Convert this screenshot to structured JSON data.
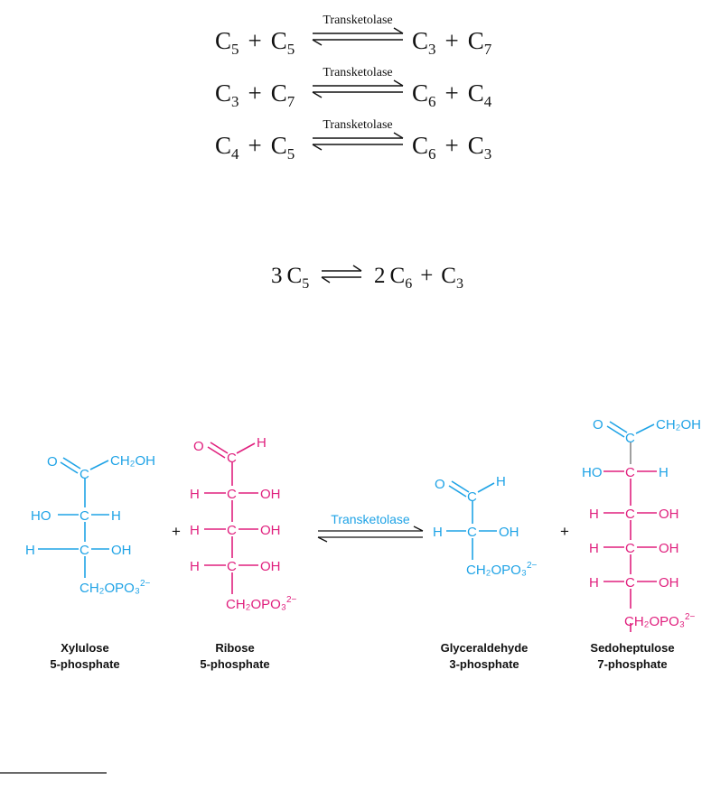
{
  "colors": {
    "text": "#111111",
    "blue": "#1fa3e6",
    "magenta": "#e0207e",
    "gray": "#888888"
  },
  "equations": [
    {
      "left": [
        "C",
        "5",
        "C",
        "5"
      ],
      "enzyme": "Transketolase",
      "right": [
        "C",
        "3",
        "C",
        "7"
      ]
    },
    {
      "left": [
        "C",
        "3",
        "C",
        "7"
      ],
      "enzyme": "Transketolase",
      "right": [
        "C",
        "6",
        "C",
        "4"
      ]
    },
    {
      "left": [
        "C",
        "4",
        "C",
        "5"
      ],
      "enzyme": "Transketolase",
      "right": [
        "C",
        "6",
        "C",
        "3"
      ]
    }
  ],
  "net_equation": {
    "left_coef": "3",
    "left_sym": "C",
    "left_sub": "5",
    "right_coef": "2",
    "right_sym1": "C",
    "right_sub1": "6",
    "right_sym2": "C",
    "right_sub2": "3"
  },
  "plus": "+",
  "structures": {
    "enzyme_label": "Transketolase",
    "xylulose": {
      "name_line1": "Xylulose",
      "name_line2": "5-phosphate",
      "o": "O",
      "c": "C",
      "ch2oh": "CH₂OH",
      "ho": "HO",
      "h": "H",
      "oh": "OH",
      "ch2opo3": "CH₂OPO₃",
      "charge": "2−"
    },
    "ribose": {
      "name_line1": "Ribose",
      "name_line2": "5-phosphate",
      "o": "O",
      "c": "C",
      "h": "H",
      "oh": "OH",
      "ch2opo3": "CH₂OPO₃",
      "charge": "2−"
    },
    "glyceraldehyde": {
      "name_line1": "Glyceraldehyde",
      "name_line2": "3-phosphate",
      "o": "O",
      "c": "C",
      "h": "H",
      "oh": "OH",
      "ch2opo3": "CH₂OPO₃",
      "charge": "2−"
    },
    "sedoheptulose": {
      "name_line1": "Sedoheptulose",
      "name_line2": "7-phosphate",
      "o": "O",
      "c": "C",
      "ch2oh": "CH₂OH",
      "ho": "HO",
      "h": "H",
      "oh": "OH",
      "ch2opo3": "CH₂OPO₃",
      "charge": "2−"
    }
  }
}
